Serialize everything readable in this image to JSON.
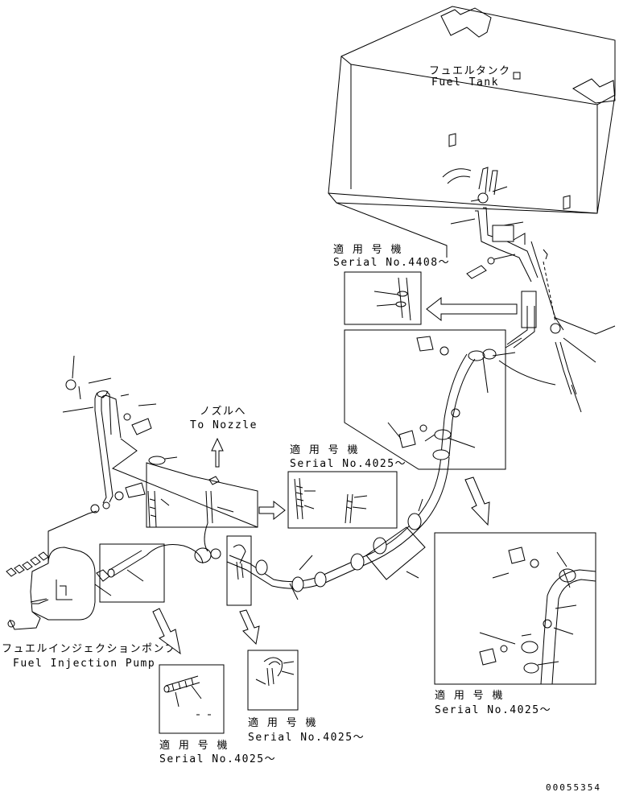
{
  "labels": {
    "fuel_tank_jp": "フュエルタンク",
    "fuel_tank_en": "Fuel Tank",
    "nozzle_jp": "ノズルへ",
    "nozzle_en": "To Nozzle",
    "pump_jp": "フュエルインジェクションポンプ",
    "pump_en": "Fuel Injection Pump"
  },
  "callouts": [
    {
      "id": "serial-4408",
      "applicable_jp": "適 用 号 機",
      "serial": "Serial No.4408〜"
    },
    {
      "id": "serial-4025-mid",
      "applicable_jp": "適 用 号 機",
      "serial": "Serial No.4025〜"
    },
    {
      "id": "serial-4025-right",
      "applicable_jp": "適 用 号 機",
      "serial": "Serial No.4025〜"
    },
    {
      "id": "serial-4025-clip",
      "applicable_jp": "適 用 号 機",
      "serial": "Serial No.4025〜"
    },
    {
      "id": "serial-4025-bottom",
      "applicable_jp": "適 用 号 機",
      "serial": "Serial No.4025〜"
    }
  ],
  "document_number": "00055354",
  "colors": {
    "line": "#000000",
    "background": "#ffffff"
  }
}
